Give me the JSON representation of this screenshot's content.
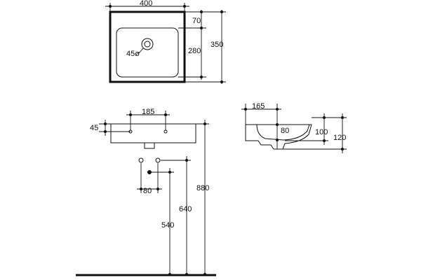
{
  "dimensions": {
    "top_width": "400",
    "top_depth": "350",
    "top_offset": "70",
    "top_inner": "280",
    "drain": "45ø",
    "front_holes": "185",
    "front_hole_height": "45",
    "side_depth": "165",
    "side_bowl": "80",
    "side_height_inner": "100",
    "side_height_outer": "120",
    "supply_spacing": "80",
    "height_540": "540",
    "height_640": "640",
    "height_880": "880"
  }
}
